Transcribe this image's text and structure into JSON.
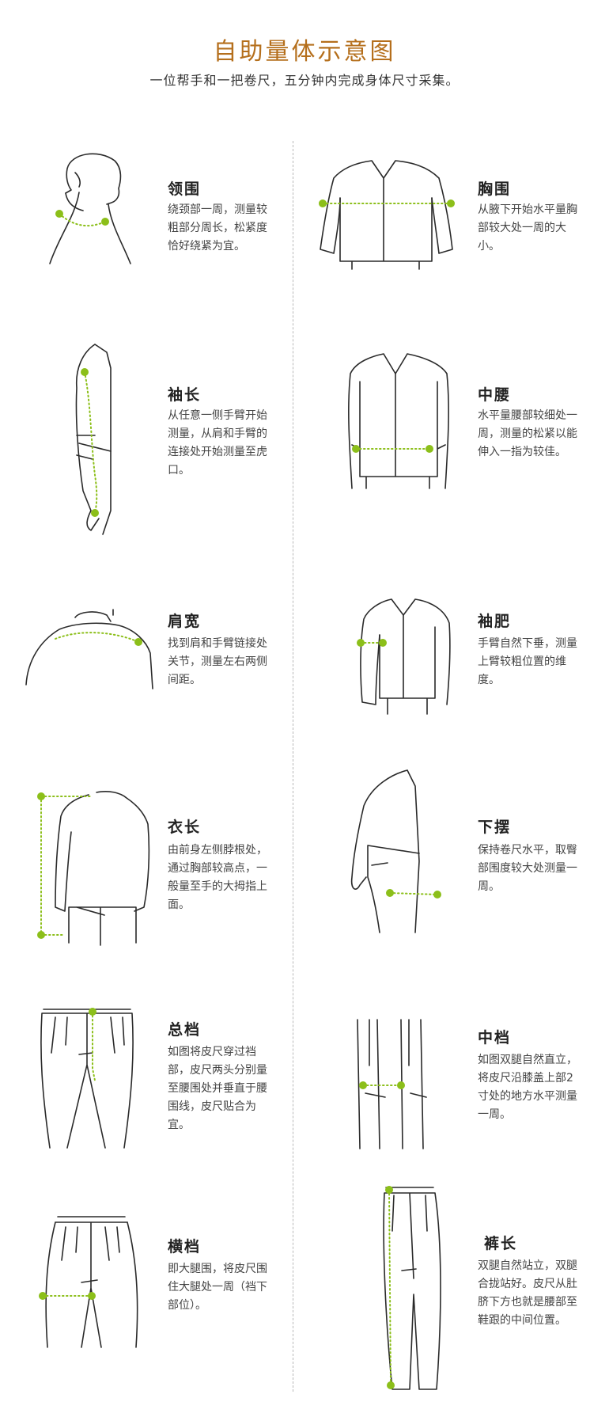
{
  "header": {
    "title": "自助量体示意图",
    "subtitle": "一位帮手和一把卷尺，五分钟内完成身体尺寸采集。"
  },
  "colors": {
    "accent": "#8cbf1a",
    "title": "#b56f1c",
    "divider": "#b8b8b8"
  },
  "measurements": [
    {
      "title": "领围",
      "desc": "绕颈部一周，测量较粗部分周长，松紧度恰好绕紧为宜。",
      "icon": "neck-figure-icon"
    },
    {
      "title": "胸围",
      "desc": "从腋下开始水平量胸部较大处一周的大小。",
      "icon": "chest-figure-icon"
    },
    {
      "title": "袖长",
      "desc": "从任意一侧手臂开始测量，从肩和手臂的连接处开始测量至虎口。",
      "icon": "sleeve-figure-icon"
    },
    {
      "title": "中腰",
      "desc": "水平量腰部较细处一周，测量的松紧以能伸入一指为较佳。",
      "icon": "waist-figure-icon"
    },
    {
      "title": "肩宽",
      "desc": "找到肩和手臂链接处关节，测量左右两侧间距。",
      "icon": "shoulder-figure-icon"
    },
    {
      "title": "袖肥",
      "desc": "手臂自然下垂，测量上臂较粗位置的维度。",
      "icon": "upper-arm-figure-icon"
    },
    {
      "title": "衣长",
      "desc": "由前身左侧脖根处，通过胸部较高点，一般量至手的大拇指上面。",
      "icon": "shirt-length-figure-icon"
    },
    {
      "title": "下摆",
      "desc": "保持卷尺水平，取臀部围度较大处测量一周。",
      "icon": "hem-figure-icon"
    },
    {
      "title": "总档",
      "desc": "如图将皮尺穿过裆部，皮尺两头分别量至腰围处并垂直于腰围线，皮尺贴合为宜。",
      "icon": "total-rise-figure-icon"
    },
    {
      "title": "中档",
      "desc": "如图双腿自然直立，将皮尺沿膝盖上部2寸处的地方水平测量一周。",
      "icon": "knee-figure-icon"
    },
    {
      "title": "横档",
      "desc": "即大腿围，将皮尺围住大腿处一周（裆下部位）。",
      "icon": "thigh-figure-icon"
    },
    {
      "title": "裤长",
      "desc": "双腿自然站立，双腿合拢站好。皮尺从肚脐下方也就是腰部至鞋跟的中间位置。",
      "icon": "trouser-length-figure-icon"
    }
  ]
}
